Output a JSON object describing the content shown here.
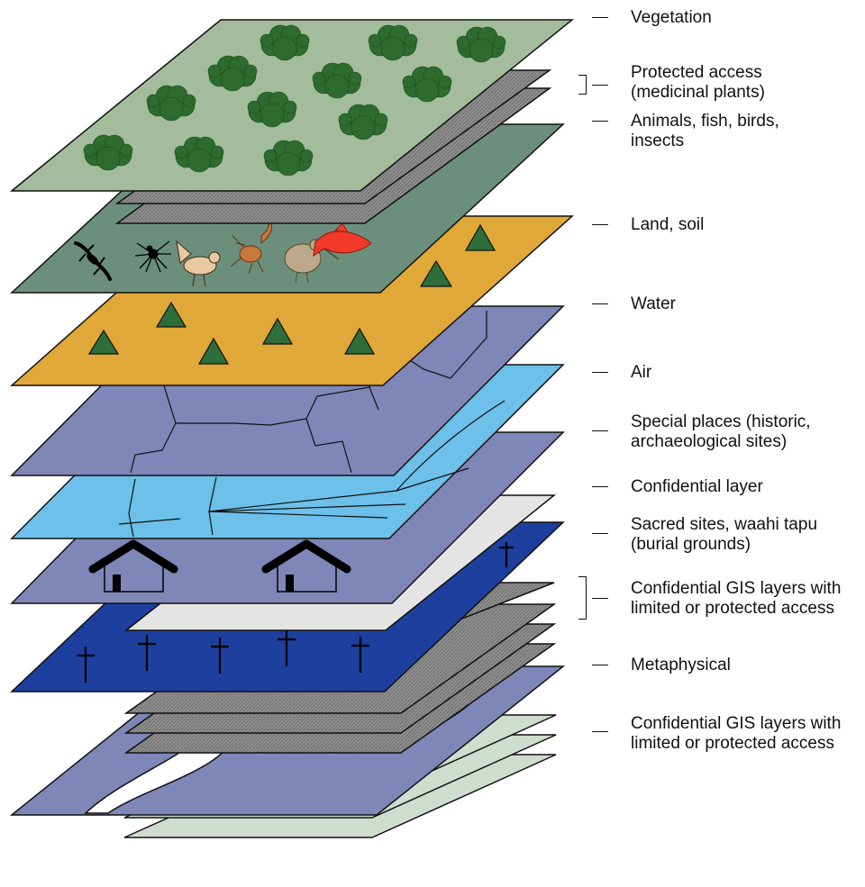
{
  "labels": {
    "vegetation": "Vegetation",
    "protected_access": "Protected access\n(medicinal plants)",
    "animals": "Animals, fish, birds,\ninsects",
    "land_soil": "Land, soil",
    "water": "Water",
    "air": "Air",
    "special_places": "Special places (historic,\narchaeological sites)",
    "confidential_layer": "Confidential layer",
    "sacred_sites": "Sacred sites, waahi tapu\n(burial grounds)",
    "confidential_gis_1": "Confidential GIS layers with\nlimited or protected access",
    "metaphysical": "Metaphysical",
    "confidential_gis_2": "Confidential GIS layers with\nlimited or protected access"
  },
  "colors": {
    "vegetation": "#a3bc9c",
    "tree": "#2e6b2e",
    "grey_layer": "#8c8c8c",
    "animals": "#6b8f7c",
    "land": "#e0a838",
    "triangle": "#2e6e3a",
    "water_land": "#7f86b8",
    "air": "#6cc0ea",
    "special": "#7f86b8",
    "confidential_white": "#e4e4e4",
    "sacred": "#1d3f9e",
    "bottom_light": "#cfddcf",
    "river": "#ffffff"
  },
  "icons": {
    "animals": [
      "lizard-icon",
      "spider-icon",
      "bird-icon",
      "crayfish-icon",
      "kiwi-icon",
      "fish-icon"
    ],
    "special_places": [
      "house-icon",
      "house-icon"
    ],
    "sacred_sites": [
      "cross-icon",
      "cross-icon",
      "cross-icon",
      "cross-icon",
      "cross-icon",
      "cross-icon"
    ]
  }
}
